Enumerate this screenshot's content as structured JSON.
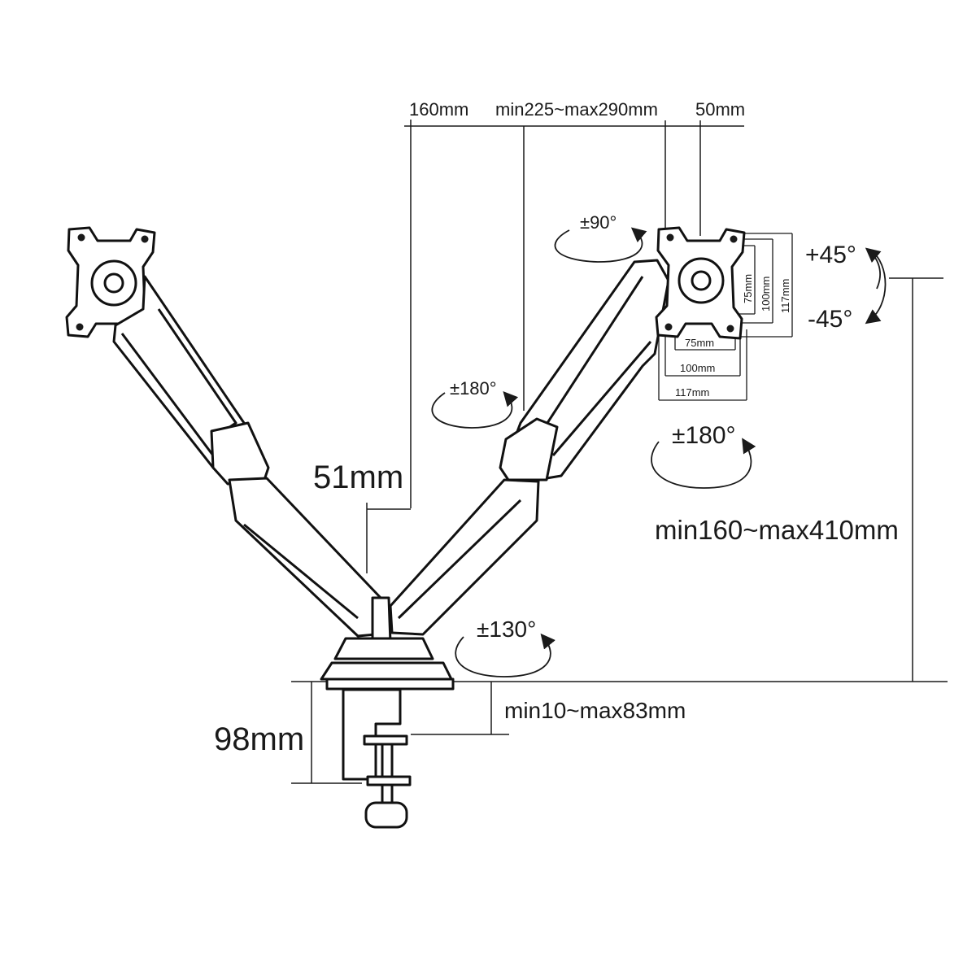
{
  "dimensions": {
    "top_offset": "160mm",
    "arm_length": "min225~max290mm",
    "head_offset": "50mm",
    "pole_offset": "51mm",
    "height_range": "min160~max410mm",
    "clamp_height": "98mm",
    "desk_thickness": "min10~max83mm"
  },
  "vesa": {
    "h75": "75mm",
    "h100": "100mm",
    "h117": "117mm",
    "v75": "75mm",
    "v100": "100mm",
    "v117": "117mm"
  },
  "rotations": {
    "head_rotate": "±90°",
    "arm_swivel": "±180°",
    "head_swivel": "±180°",
    "base_swivel": "±130°",
    "tilt_up": "+45°",
    "tilt_down": "-45°"
  },
  "colors": {
    "line": "#1a1a1a",
    "background": "#ffffff"
  }
}
